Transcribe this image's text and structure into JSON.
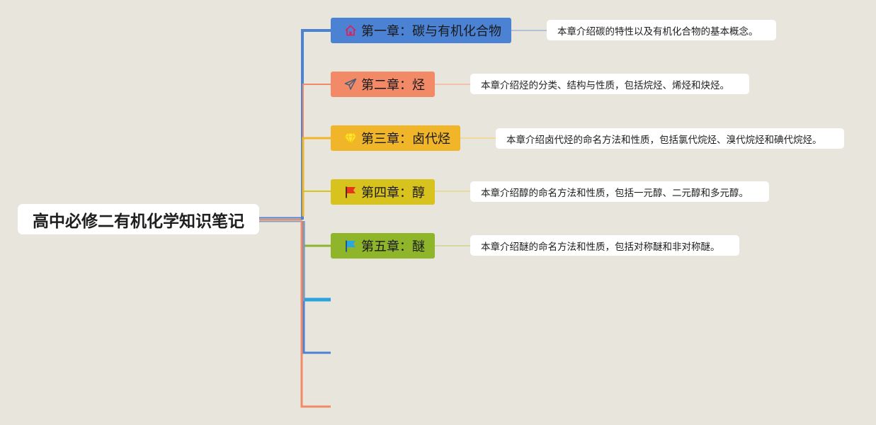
{
  "root": {
    "title": "高中必修二有机化学知识笔记"
  },
  "chapters": [
    {
      "label": "第一章：碳与有机化合物",
      "icon": "house-icon",
      "color": "#4b82d4",
      "note": "本章介绍碳的特性以及有机化合物的基本概念。"
    },
    {
      "label": "第二章：烃",
      "icon": "paper-plane-icon",
      "color": "#f28a68",
      "note": "本章介绍烃的分类、结构与性质，包括烷烃、烯烃和炔烃。"
    },
    {
      "label": "第三章：卤代烃",
      "icon": "diamond-icon",
      "color": "#f1b52a",
      "note": "本章介绍卤代烃的命名方法和性质，包括氯代烷烃、溴代烷烃和碘代烷烃。"
    },
    {
      "label": "第四章：醇",
      "icon": "red-flag-icon",
      "color": "#d8c21e",
      "note": "本章介绍醇的命名方法和性质，包括一元醇、二元醇和多元醇。"
    },
    {
      "label": "第五章：醚",
      "icon": "blue-flag-icon",
      "color": "#8fb52b",
      "note": "本章介绍醚的命名方法和性质，包括对称醚和非对称醚。"
    }
  ],
  "empty_branches": [
    {
      "color": "#2aa3de"
    },
    {
      "color": "#4b82d4"
    },
    {
      "color": "#f28a68"
    }
  ]
}
